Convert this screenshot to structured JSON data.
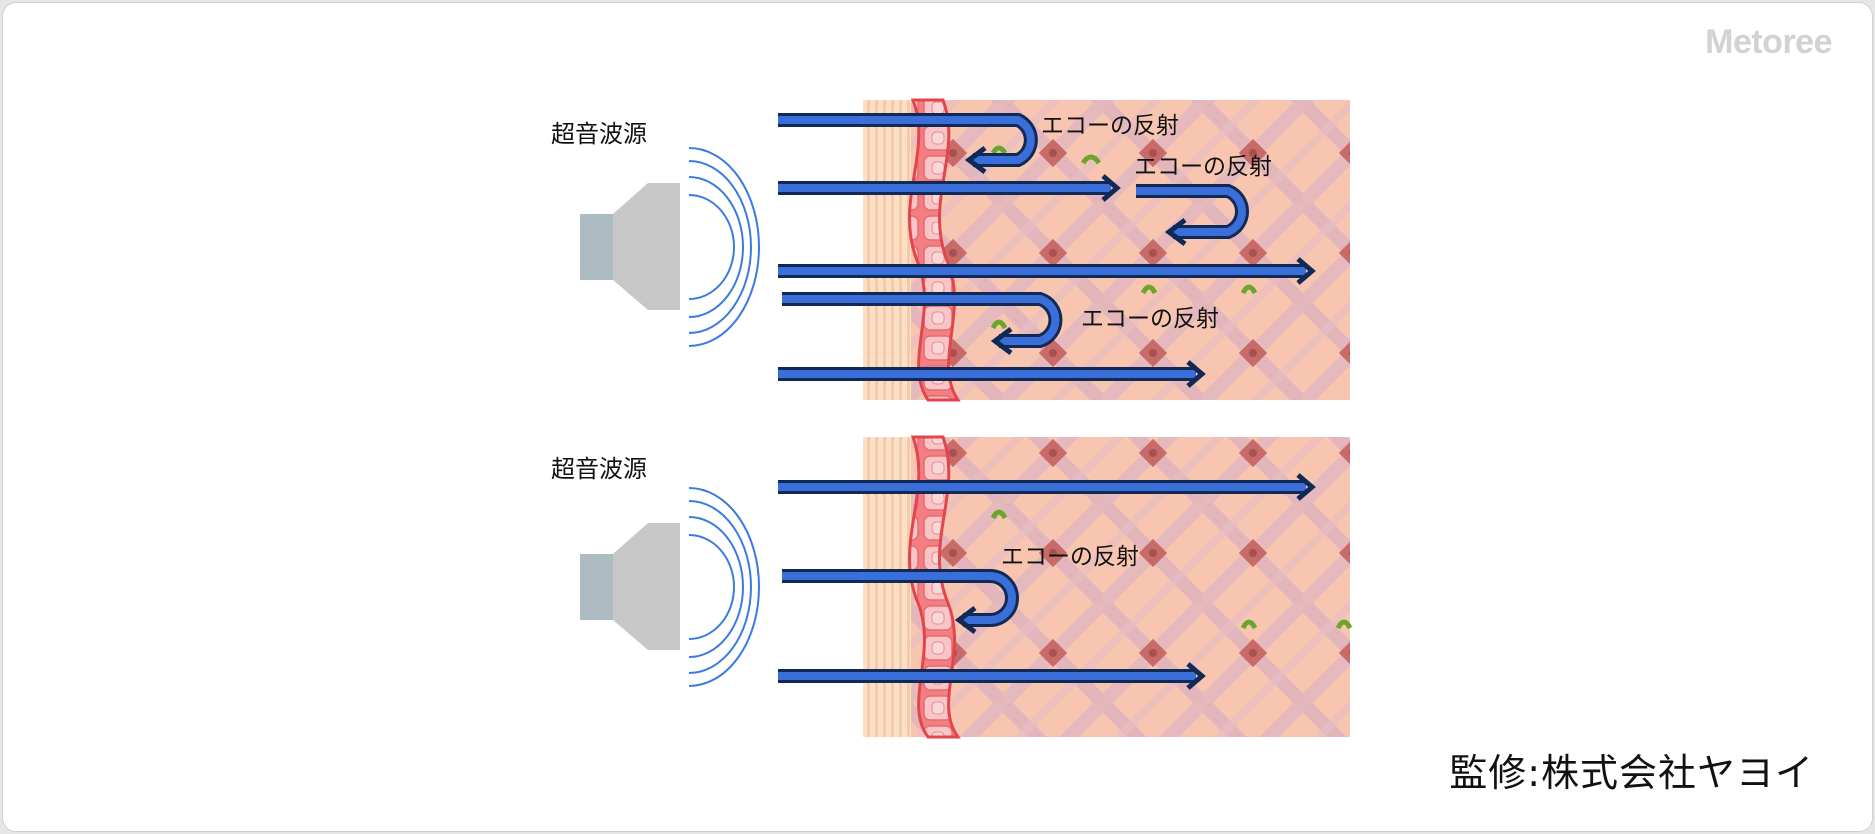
{
  "logo": "Metoree",
  "supervision": "監修:株式会社ヤヨイ",
  "colors": {
    "arrow_fill": "#3a6fd9",
    "arrow_outline": "#102a55",
    "wave": "#3b7be0",
    "speaker_body": "#c7c7c7",
    "speaker_back": "#adbbc2",
    "tissue": "#f8c6b0",
    "skin_layer": "#f28b8b"
  },
  "panels": [
    {
      "source_label": "超音波源",
      "echo_labels": [
        "エコーの反射",
        "エコーの反射",
        "エコーの反射"
      ]
    },
    {
      "source_label": "超音波源",
      "echo_labels": [
        "エコーの反射"
      ]
    }
  ]
}
